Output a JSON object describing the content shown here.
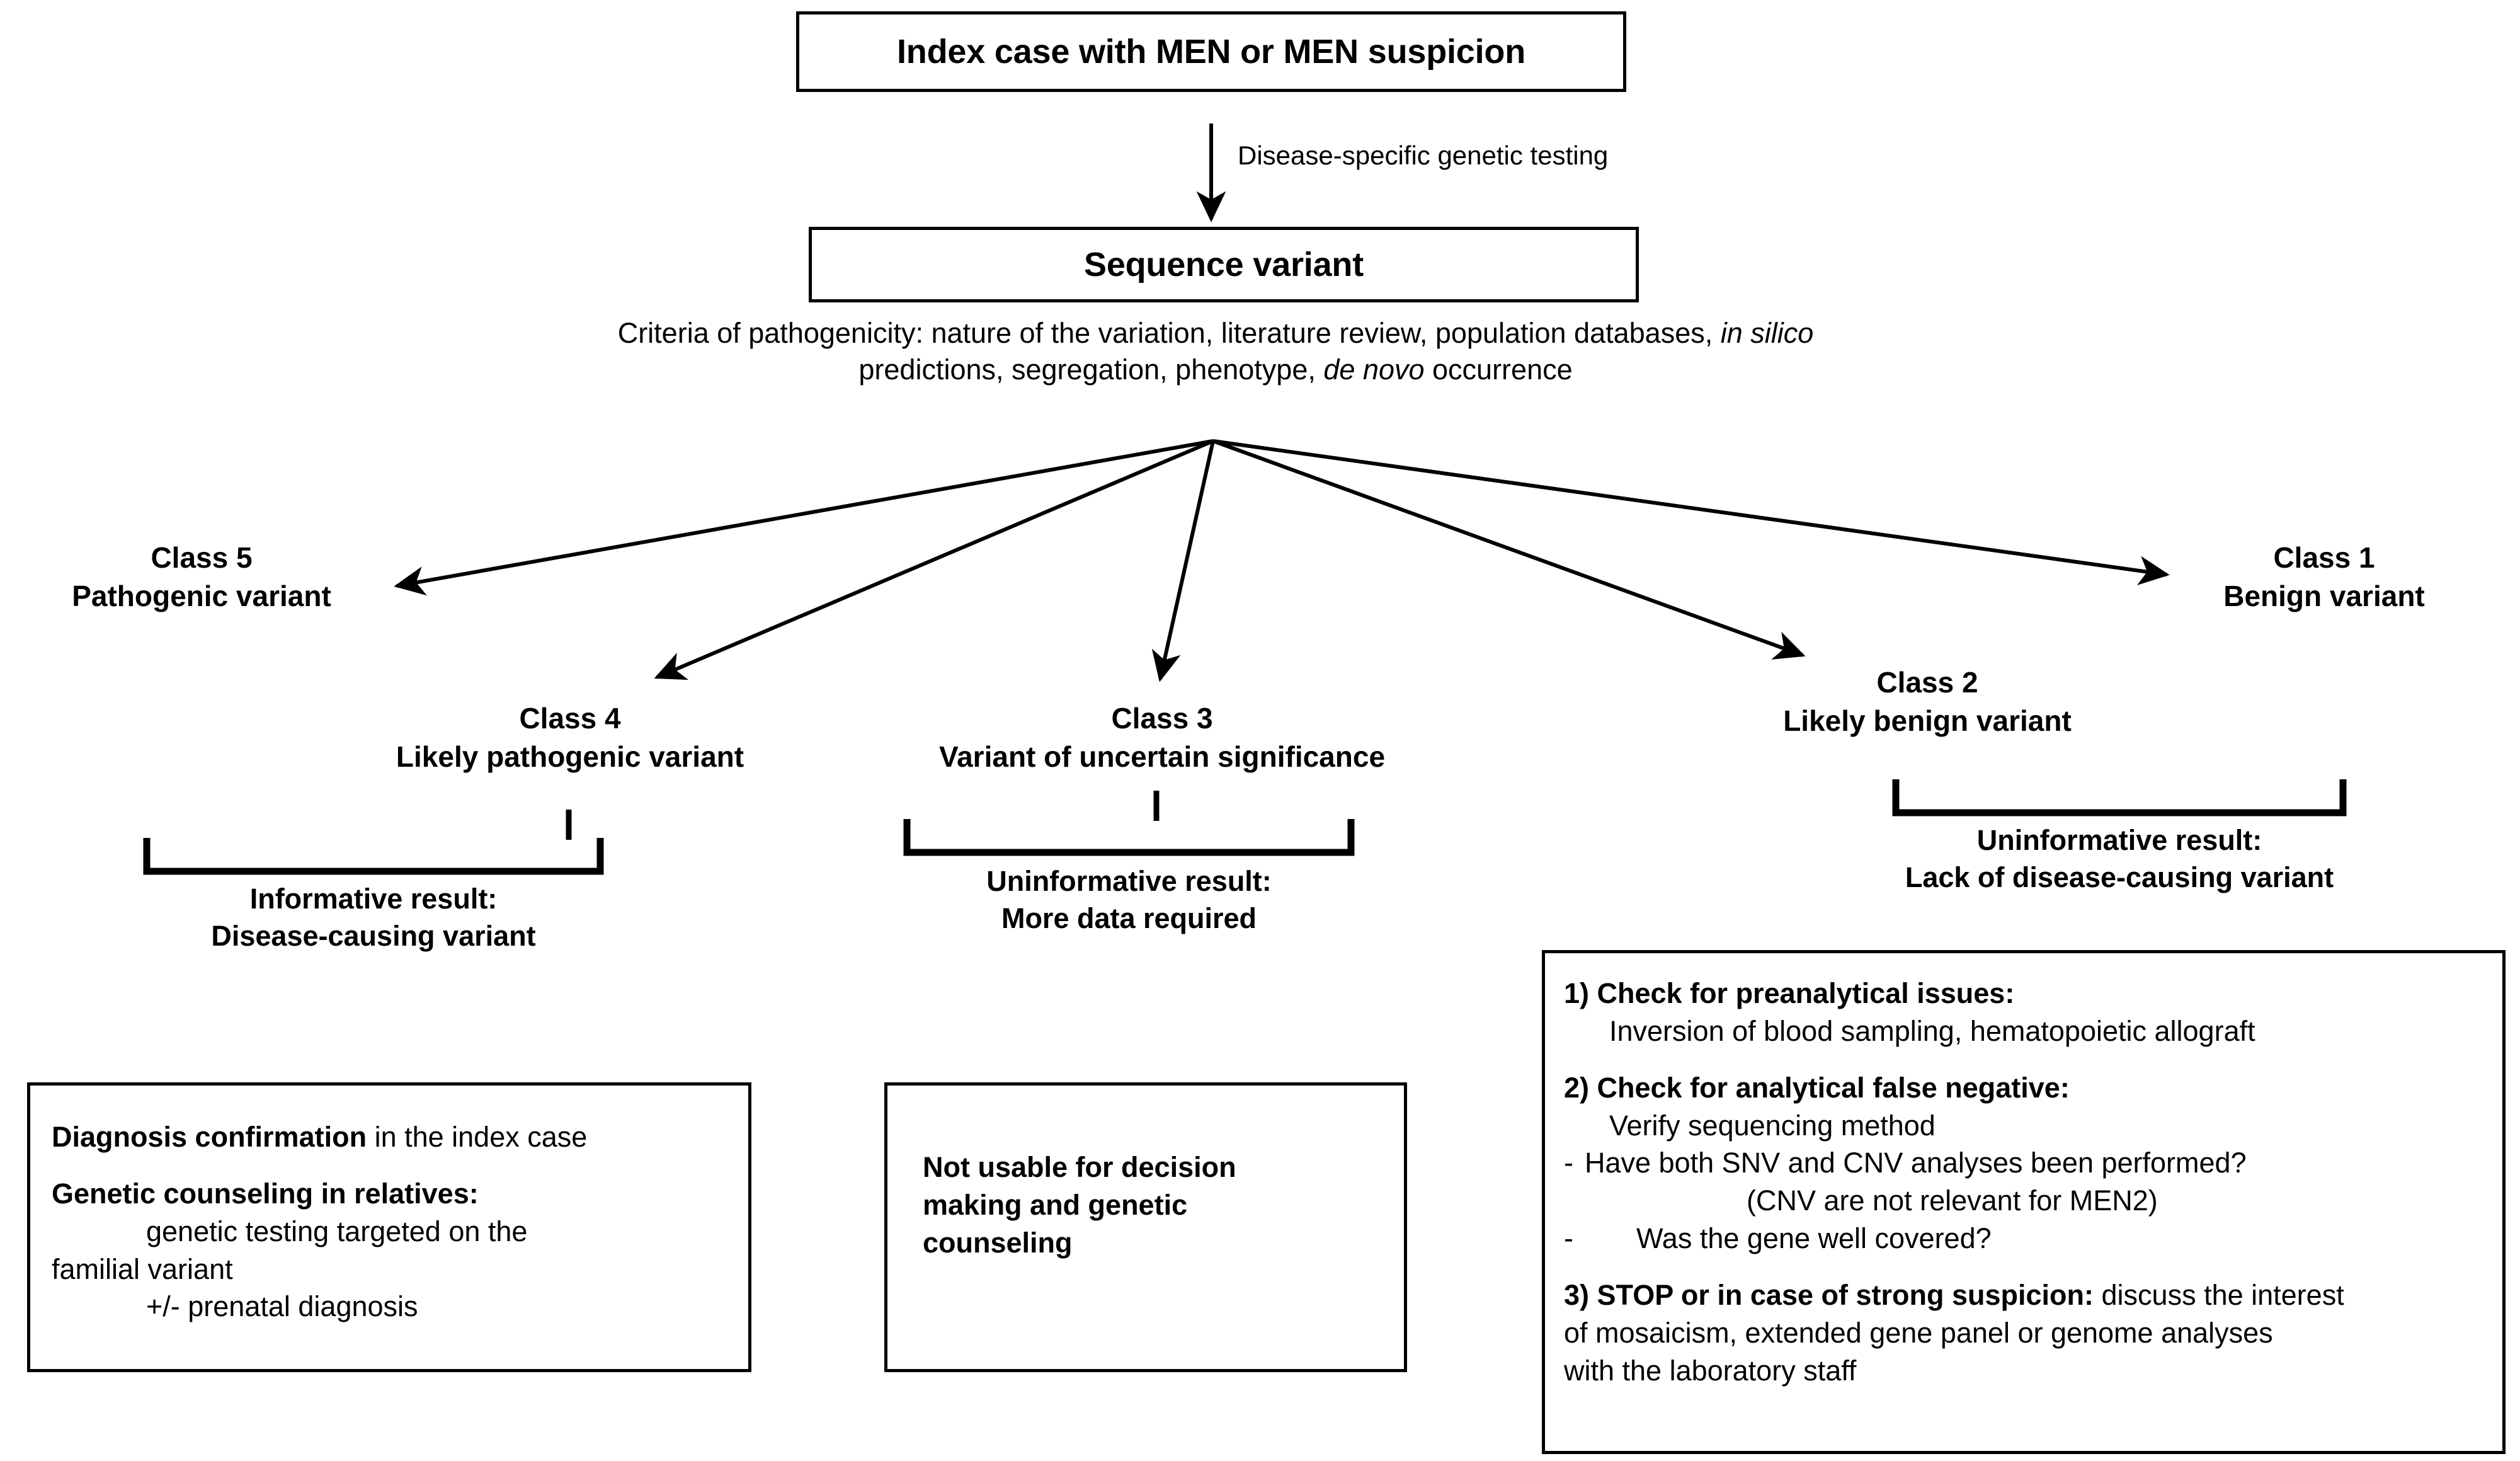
{
  "figure": {
    "kind": "clinical-genetics-decision-flowchart"
  },
  "top": {
    "index_case_box": "Index case with MEN or MEN suspicion",
    "arrow_label": "Disease-specific genetic testing",
    "sequence_variant_box": "Sequence variant",
    "criteria_line1_a": "Criteria of pathogenicity: nature of the variation, literature review, population databases, ",
    "criteria_line1_ital": "in silico",
    "criteria_line2_a": "predictions, segregation, phenotype, ",
    "criteria_line2_ital": "de novo",
    "criteria_line2_b": " occurrence"
  },
  "classes": [
    {
      "id": "class5",
      "number": "Class 5",
      "name": "Pathogenic variant"
    },
    {
      "id": "class4",
      "number": "Class 4",
      "name": "Likely pathogenic variant"
    },
    {
      "id": "class3",
      "number": "Class 3",
      "name": "Variant of uncertain significance"
    },
    {
      "id": "class2",
      "number": "Class 2",
      "name": "Likely benign variant"
    },
    {
      "id": "class1",
      "number": "Class 1",
      "name": "Benign variant"
    }
  ],
  "brackets": {
    "left": {
      "line1": "Informative result:",
      "line2": "Disease-causing variant"
    },
    "middle": {
      "line1": "Uninformative result:",
      "line2": "More data required"
    },
    "right": {
      "line1": "Uninformative result:",
      "line2": "Lack of disease-causing variant"
    }
  },
  "outcome_boxes": {
    "left": {
      "l1_bold": "Diagnosis confirmation",
      "l1_rest": " in the index case",
      "l2_bold": "Genetic counseling in relatives:",
      "l3": "genetic testing targeted on the",
      "l4": "familial variant",
      "l5": "+/- prenatal diagnosis"
    },
    "middle": {
      "l1": "Not usable for decision",
      "l2": "making and genetic",
      "l3": "counseling"
    },
    "right": {
      "i1_bold": "1) Check for preanalytical issues:",
      "i1_sub": "Inversion of blood sampling, hematopoietic allograft",
      "i2_bold": "2) Check for analytical false negative:",
      "i2_sub": "Verify sequencing method",
      "i2_q1_dash": "-",
      "i2_q1": "Have both SNV and CNV analyses been performed?",
      "i2_note": "(CNV are not relevant for MEN2)",
      "i2_q2_dash": "-",
      "i2_q2": "Was the gene well covered?",
      "i3_bold": "3) STOP or in case of strong suspicion:",
      "i3_rest": " discuss the interest",
      "i3_l2": "of mosaicism, extended gene panel or genome analyses",
      "i3_l3": "with the laboratory staff"
    }
  },
  "style": {
    "stroke": "#000000",
    "background": "#ffffff"
  }
}
